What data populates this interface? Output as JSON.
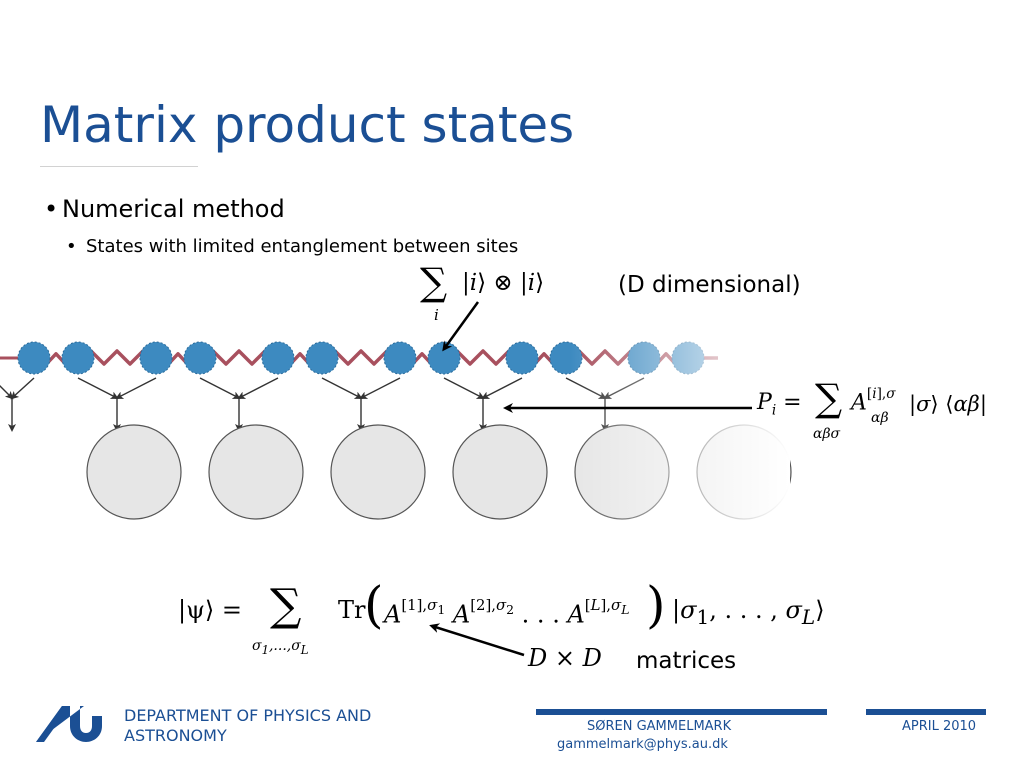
{
  "slide": {
    "title": "Matrix product states",
    "bullet1": "Numerical method",
    "bullet2": "States with limited entanglement between sites",
    "bullet_char": "•"
  },
  "annotations": {
    "pair_state_label": "(D dimensional)",
    "matrices_label": "matrices",
    "projector_lhs": "P",
    "projector_index": "i",
    "psi_lhs": "|ψ⟩ =",
    "dxd": "D × D"
  },
  "diagram": {
    "site_pairs": 6,
    "site_color": "#3d8ac0",
    "bond_color": "#a8505e",
    "projector_color": "#e6e6e6"
  },
  "footer": {
    "department": "DEPARTMENT OF PHYSICS AND ASTRONOMY",
    "author": "SØREN GAMMELMARK",
    "email": "gammelmark@phys.au.dk",
    "date": "APRIL 2010",
    "brand_color": "#1b4f94"
  }
}
